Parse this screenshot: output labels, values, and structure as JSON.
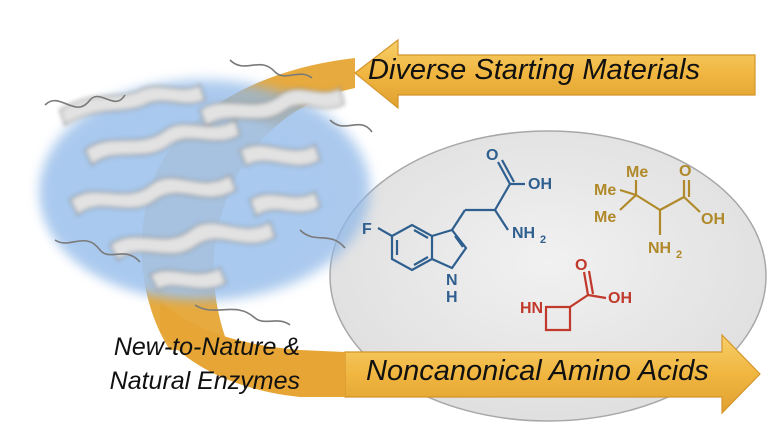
{
  "labels": {
    "top_arrow": "Diverse Starting Materials",
    "bottom_arrow": "Noncanonical Amino Acids",
    "enzyme_line1": "New-to-Nature &",
    "enzyme_line2": "Natural Enzymes"
  },
  "molecules": {
    "fluorotryptophan": {
      "color": "#2f5f8f",
      "atoms": {
        "fluoro": "F",
        "carbonyl_o": "O",
        "hydroxyl": "OH",
        "amine": "NH",
        "amine_sub": "2",
        "ring_n": "N",
        "ring_h": "H"
      }
    },
    "tert_leucine": {
      "color": "#b08a2a",
      "atoms": {
        "methyl_top": "Me",
        "methyl_left1": "Me",
        "methyl_left2": "Me",
        "carbonyl_o": "O",
        "hydroxyl": "OH",
        "amine": "NH",
        "amine_sub": "2"
      }
    },
    "azetidine_acid": {
      "color": "#c0392b",
      "atoms": {
        "carbonyl_o": "O",
        "hydroxyl": "OH",
        "ring_nh": "HN"
      }
    }
  },
  "colors": {
    "arrow_fill": "#f0b640",
    "arrow_edge": "#d4952a",
    "arc_fill": "#e6a534",
    "ellipse_fill": "#e6e6e6",
    "ellipse_edge": "#a8a8a8",
    "protein_glow": "#8fb8e8",
    "protein_ribbon": "#dcdcdc"
  }
}
